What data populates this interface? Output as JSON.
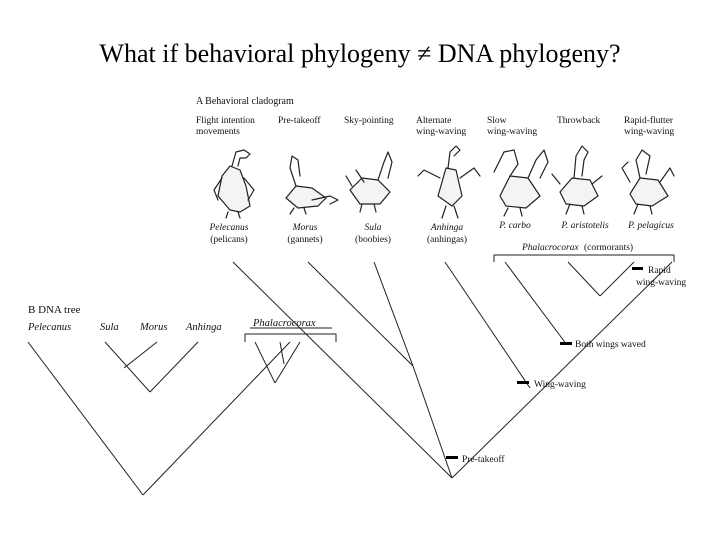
{
  "slide": {
    "title": "What if behavioral phylogeny ≠ DNA phylogeny?"
  },
  "panel_a": {
    "heading": "A  Behavioral cladogram",
    "behaviors": [
      [
        "Flight intention",
        "movements"
      ],
      [
        "Pre-takeoff"
      ],
      [
        "Sky-pointing"
      ],
      [
        "Alternate",
        "wing-waving"
      ],
      [
        "Slow",
        "wing-waving"
      ],
      [
        "Throwback"
      ],
      [
        "Rapid-flutter",
        "wing-waving"
      ]
    ],
    "taxa": [
      {
        "name": "Pelecanus",
        "common": "(pelicans)"
      },
      {
        "name": "Morus",
        "common": "(gannets)"
      },
      {
        "name": "Sula",
        "common": "(boobies)"
      },
      {
        "name": "Anhinga",
        "common": "(anhingas)"
      },
      {
        "name": "P. carbo",
        "common": ""
      },
      {
        "name": "P. aristotelis",
        "common": ""
      },
      {
        "name": "P. pelagicus",
        "common": ""
      }
    ],
    "group_label_genus": "Phalacrocorax",
    "group_label_common": "(cormorants)",
    "characters": [
      [
        "Rapid",
        "wing-waving"
      ],
      [
        "Both wings waved"
      ],
      [
        "Wing-waving"
      ],
      [
        "Pre-takeoff"
      ]
    ],
    "icons": [
      "pelican-display-icon",
      "gannet-display-icon",
      "booby-display-icon",
      "anhinga-display-icon",
      "cormorant-carbo-display-icon",
      "cormorant-aristotelis-display-icon",
      "cormorant-pelagicus-display-icon"
    ]
  },
  "panel_b": {
    "heading": "B  DNA tree",
    "taxa": [
      "Pelecanus",
      "Sula",
      "Morus",
      "Anhinga",
      "Phalacrocorax"
    ]
  }
}
